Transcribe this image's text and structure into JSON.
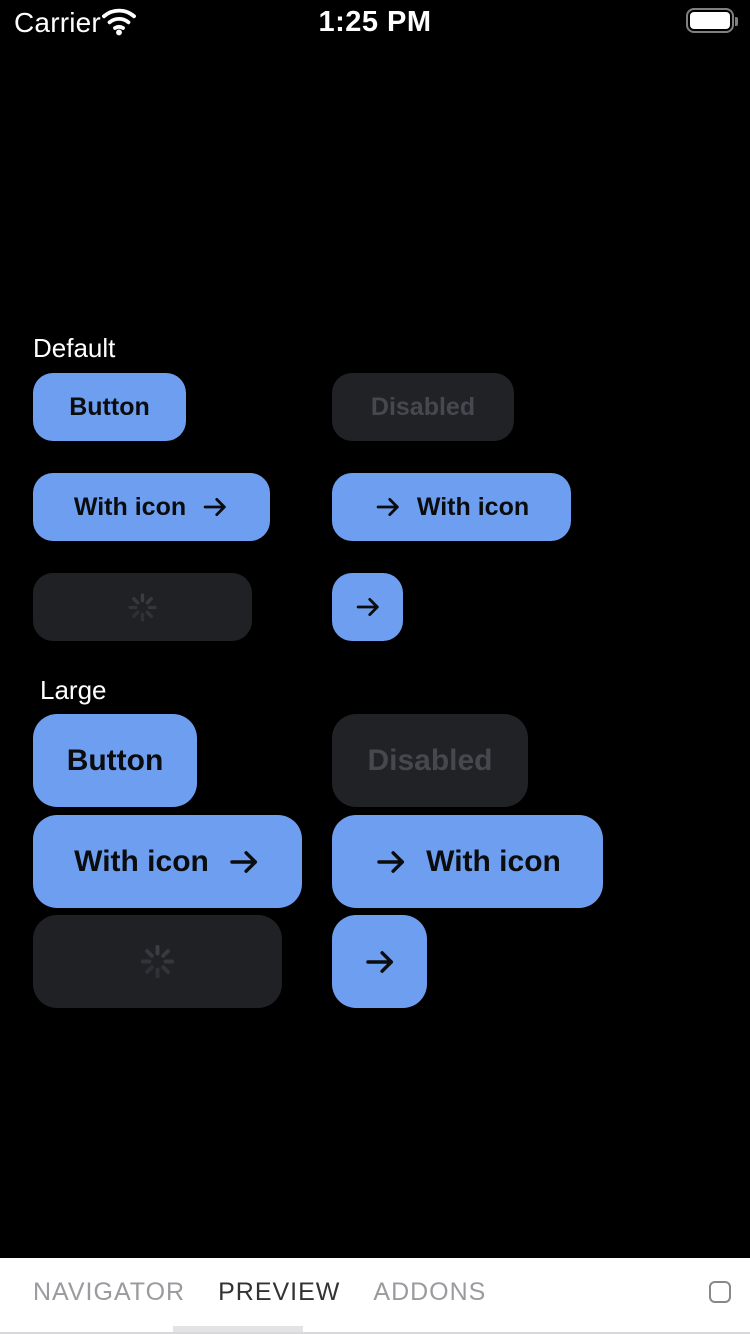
{
  "status_bar": {
    "carrier": "Carrier",
    "time": "1:25 PM",
    "wifi_icon": "wifi",
    "battery_icon": "battery-full"
  },
  "colors": {
    "canvas_bg": "#000000",
    "accent_blue": "#6D9EEF",
    "button_text": "#0B0C0E",
    "disabled_bg": "#202226",
    "disabled_text": "#45484F",
    "loading_bg": "#1F2125",
    "spinner": "#3A3D44",
    "tabbar_bg": "#FFFFFF",
    "tab_active": "#333333",
    "tab_inactive": "#9B9B9F",
    "tab_indicator": "#E3E3E4"
  },
  "sections": [
    {
      "title": "Default",
      "primary_label": "Button",
      "disabled_label": "Disabled",
      "icon_right_label": "With icon",
      "icon_left_label": "With icon",
      "loading_icon": "activity-indicator",
      "icon_only": "arrow-right"
    },
    {
      "title": "Large",
      "primary_label": "Button",
      "disabled_label": "Disabled",
      "icon_right_label": "With icon",
      "icon_left_label": "With icon",
      "loading_icon": "activity-indicator",
      "icon_only": "arrow-right"
    }
  ],
  "tab_bar": {
    "tabs": [
      {
        "label": "NAVIGATOR",
        "active": false
      },
      {
        "label": "PREVIEW",
        "active": true
      },
      {
        "label": "ADDONS",
        "active": false
      }
    ],
    "fullscreen_icon": "rounded-square-outline"
  }
}
